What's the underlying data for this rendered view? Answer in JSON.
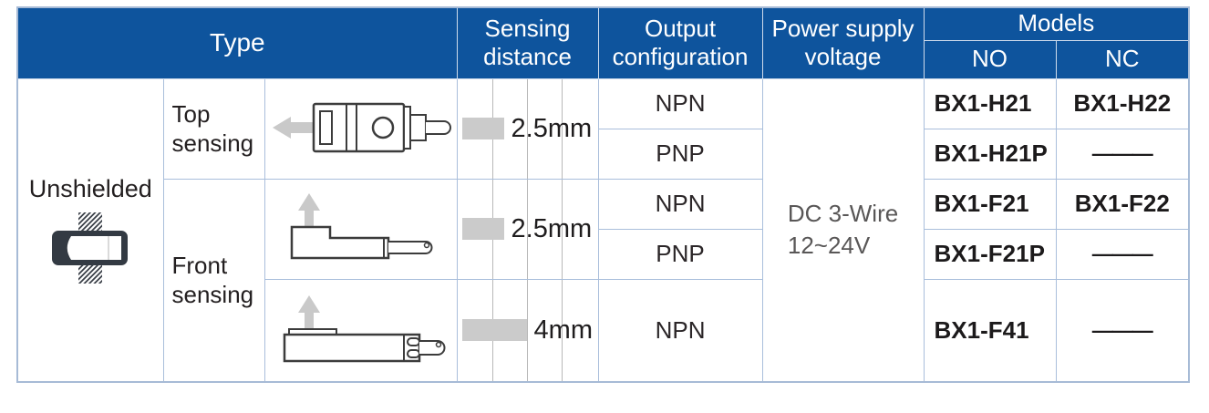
{
  "colors": {
    "header_bg": "#0e549d",
    "header_text": "#ffffff",
    "table_border": "#a9bedb",
    "text_dark": "#231f20",
    "text_gray": "#595757",
    "bar_gray": "#cbcbcb",
    "arrow_gray": "#c9c9c9",
    "sensor_outline": "#3c3c3c"
  },
  "header": {
    "type": "Type",
    "sensing_distance": "Sensing distance",
    "output_configuration": "Output configuration",
    "power_supply_voltage": "Power supply voltage",
    "models": "Models",
    "no": "NO",
    "nc": "NC"
  },
  "body": {
    "shield_type": "Unshielded",
    "power_supply": {
      "line1": "DC 3-Wire",
      "line2": "12~24V"
    },
    "groups": [
      {
        "sensing_label": "Top sensing",
        "sensor_icon": "top-sensing-sensor-illustration",
        "sensing_distance": "2.5mm",
        "distance_mm": 2.5
      },
      {
        "sensing_label": "Front sensing",
        "sensor_icon": "front-sensing-right-angle-sensor-illustration",
        "sensing_distance": "2.5mm",
        "distance_mm": 2.5
      },
      {
        "sensing_label": "",
        "sensor_icon": "front-sensing-flat-sensor-illustration",
        "sensing_distance": "4mm",
        "distance_mm": 4
      }
    ],
    "rows": [
      {
        "output": "NPN",
        "model_no": "BX1-H21",
        "model_nc": "BX1-H22"
      },
      {
        "output": "PNP",
        "model_no": "BX1-H21P",
        "model_nc": "———"
      },
      {
        "output": "NPN",
        "model_no": "BX1-F21",
        "model_nc": "BX1-F22"
      },
      {
        "output": "PNP",
        "model_no": "BX1-F21P",
        "model_nc": "———"
      },
      {
        "output": "NPN",
        "model_no": "BX1-F41",
        "model_nc": "———"
      }
    ]
  },
  "icons": {
    "unshielded": "unshielded-through-wall-icon",
    "arrow_left": "left-arrow-icon",
    "arrow_up": "up-arrow-icon",
    "sensing_bar": "sensing-distance-bar"
  }
}
